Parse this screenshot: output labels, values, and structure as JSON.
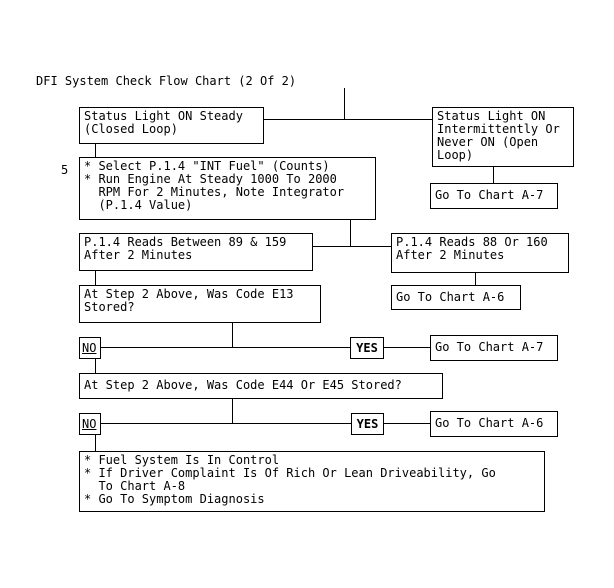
{
  "title": "DFI System Check Flow Chart (2 Of 2)",
  "step_number": "5",
  "boxes": {
    "status_steady": "Status Light ON Steady\n(Closed Loop)",
    "status_intermittent": "Status Light ON\nIntermittently Or\nNever ON (Open\nLoop)",
    "goto_a7_top": "Go To Chart A-7",
    "select_instructions": "* Select P.1.4 \"INT Fuel\" (Counts)\n* Run Engine At Steady 1000 To 2000\n  RPM For 2 Minutes, Note Integrator\n  (P.1.4 Value)",
    "reads_between": "P.1.4 Reads Between 89 & 159\nAfter 2 Minutes",
    "reads_88_160": "P.1.4 Reads 88 Or 160\nAfter 2 Minutes",
    "goto_a6_mid": "Go To Chart A-6",
    "code_e13": "At Step 2 Above, Was Code E13\nStored?",
    "no_1": "NO",
    "yes_1": "YES",
    "goto_a7_second": "Go To Chart A-7",
    "code_e44_e45": "At Step 2 Above, Was Code E44 Or E45 Stored?",
    "no_2": "NO",
    "yes_2": "YES",
    "goto_a6_bottom": "Go To Chart A-6",
    "final": "* Fuel System Is In Control\n* If Driver Complaint Is Of Rich Or Lean Driveability, Go\n  To Chart A-8\n* Go To Symptom Diagnosis"
  }
}
